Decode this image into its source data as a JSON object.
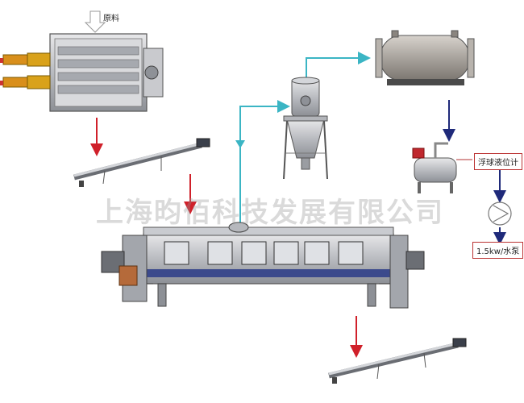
{
  "labels": {
    "raw_material": "原料",
    "float_level_meter": "浮球液位计",
    "water_pump": "1.5kw/水泵"
  },
  "watermark": "上海昀佰科技发展有限公司",
  "colors": {
    "feed_arrow": "#d0202a",
    "steam_line": "#3bb5c4",
    "condensate_arrow": "#1f2a7a",
    "label_border": "#b33333"
  }
}
